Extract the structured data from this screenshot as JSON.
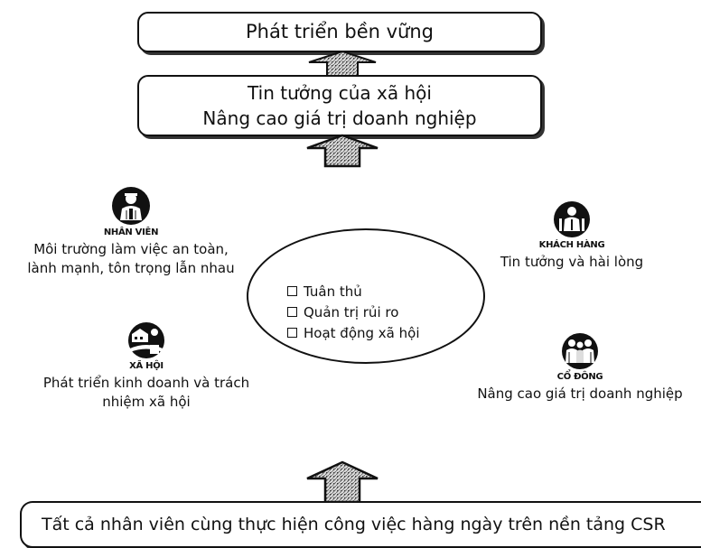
{
  "top_box": "Phát triển bền vững",
  "mid_box": {
    "line1": "Tin tưởng của xã hội",
    "line2": "Nâng cao giá trị doanh nghiệp"
  },
  "center_items": [
    "Tuân thủ",
    "Quản trị rủi ro",
    "Hoạt động xã hội"
  ],
  "stakeholders": {
    "nhan_vien": {
      "title": "NHÂN VIÊN",
      "line1": "Môi trường làm việc an toàn,",
      "line2": "lành mạnh, tôn trọng lẫn nhau"
    },
    "khach_hang": {
      "title": "KHÁCH HÀNG",
      "line1": "Tin tưởng và hài lòng"
    },
    "xa_hoi": {
      "title": "XÃ HỘI",
      "line1": "Phát triển kinh doanh và trách",
      "line2": "nhiệm xã hội"
    },
    "co_dong": {
      "title": "CỔ ĐÔNG",
      "line1": "Nâng cao giá trị doanh nghiệp"
    }
  },
  "bottom_box": "Tất cả nhân viên cùng thực hiện công việc hàng ngày trên nền tảng CSR"
}
